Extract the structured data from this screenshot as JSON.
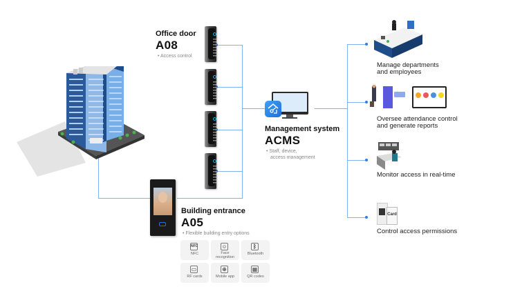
{
  "office_door": {
    "title": "Office door",
    "model": "A08",
    "bullet": "• Access control"
  },
  "building_entrance": {
    "title": "Building entrance",
    "model": "A05",
    "bullet": "• Flexible building entry options",
    "options": [
      {
        "label": "NFC",
        "icon": "nfc-icon",
        "glyph": "NFC"
      },
      {
        "label": "Face recognition",
        "icon": "face-recognition-icon",
        "glyph": "☺"
      },
      {
        "label": "Bluetooth",
        "icon": "bluetooth-icon",
        "glyph": "ᛒ"
      },
      {
        "label": "RF cards",
        "icon": "rf-card-icon",
        "glyph": "▭"
      },
      {
        "label": "Mobile app",
        "icon": "mobile-app-icon",
        "glyph": "⊕"
      },
      {
        "label": "QR codes",
        "icon": "qr-code-icon",
        "glyph": "▦"
      }
    ]
  },
  "management_system": {
    "title": "Management system",
    "model": "ACMS",
    "bullet_line1": "• Staff, device,",
    "bullet_line2": "access management"
  },
  "functions": [
    {
      "line1": "Manage departments",
      "line2": "and employees",
      "icon": "reception-desk-icon"
    },
    {
      "line1": "Oversee attendance control",
      "line2": "and generate reports",
      "icon": "attendance-icon"
    },
    {
      "line1": "Monitor access in real-time",
      "line2": "",
      "icon": "monitoring-station-icon"
    },
    {
      "line1": "Control access permissions",
      "line2": "",
      "icon": "access-card-icon"
    }
  ],
  "colors": {
    "connector": "#7fb2f0",
    "connector_dot": "#2f7de6",
    "accent_blue": "#2f7de6"
  },
  "card_text": "Card"
}
